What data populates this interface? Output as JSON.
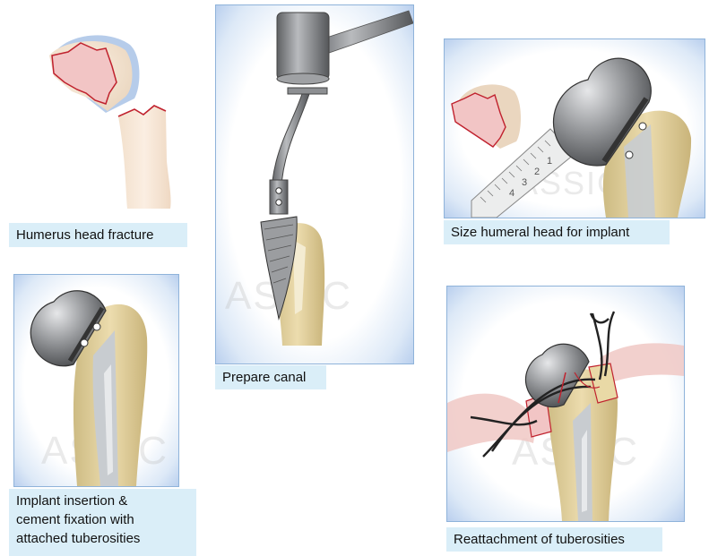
{
  "captions": {
    "fracture": "Humerus head fracture",
    "prepare": "Prepare canal",
    "size": "Size humeral head for implant",
    "implant_lines": [
      "Implant insertion &",
      "cement fixation with",
      "attached tuberosities"
    ],
    "reattach": "Reattachment of tuberosities"
  },
  "watermark": "ASSIC",
  "ruler_ticks": [
    "4",
    "3",
    "2",
    "1"
  ],
  "colors": {
    "panel_border": "#8fb3da",
    "caption_bg": "#daeef8",
    "bone": "#e3d5a4",
    "bone_light": "#f7e6d6",
    "fracture_red": "#c0222e",
    "cancellous_pink": "#f2c5c5",
    "metal": "#8a8c8f",
    "cartilage_blue": "#a9c3e6",
    "muscle": "#f0c8c4"
  }
}
